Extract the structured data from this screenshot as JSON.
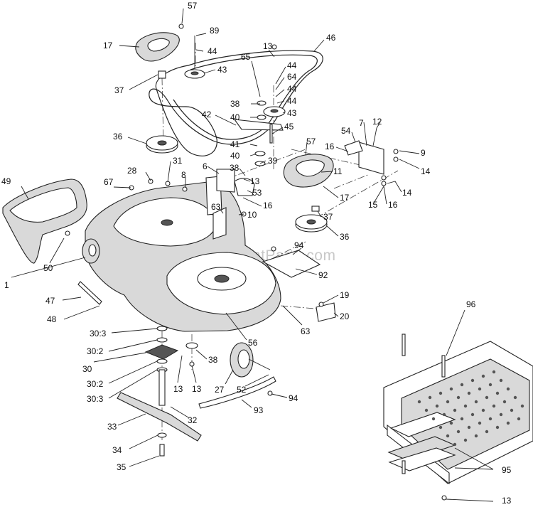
{
  "diagram": {
    "watermark": "eReplacementParts.com",
    "callouts": [
      {
        "id": "c57a",
        "text": "57"
      },
      {
        "id": "c89",
        "text": "89"
      },
      {
        "id": "c17a",
        "text": "17"
      },
      {
        "id": "c44a",
        "text": "44"
      },
      {
        "id": "c43a",
        "text": "43"
      },
      {
        "id": "c37a",
        "text": "37"
      },
      {
        "id": "c46",
        "text": "46"
      },
      {
        "id": "c13a",
        "text": "13"
      },
      {
        "id": "c65",
        "text": "65"
      },
      {
        "id": "c44b",
        "text": "44"
      },
      {
        "id": "c64",
        "text": "64"
      },
      {
        "id": "c44c",
        "text": "44"
      },
      {
        "id": "c38a",
        "text": "38"
      },
      {
        "id": "c44d",
        "text": "44"
      },
      {
        "id": "c43b",
        "text": "43"
      },
      {
        "id": "c40a",
        "text": "40"
      },
      {
        "id": "c42",
        "text": "42"
      },
      {
        "id": "c45",
        "text": "45"
      },
      {
        "id": "c41",
        "text": "41"
      },
      {
        "id": "c40b",
        "text": "40"
      },
      {
        "id": "c39",
        "text": "39"
      },
      {
        "id": "c36a",
        "text": "36"
      },
      {
        "id": "c7",
        "text": "7"
      },
      {
        "id": "c12",
        "text": "12"
      },
      {
        "id": "c54",
        "text": "54"
      },
      {
        "id": "c57b",
        "text": "57"
      },
      {
        "id": "c16a",
        "text": "16"
      },
      {
        "id": "c9",
        "text": "9"
      },
      {
        "id": "c14a",
        "text": "14"
      },
      {
        "id": "c31",
        "text": "31"
      },
      {
        "id": "c28",
        "text": "28"
      },
      {
        "id": "c6",
        "text": "6"
      },
      {
        "id": "c38b",
        "text": "38"
      },
      {
        "id": "c8",
        "text": "8"
      },
      {
        "id": "c11",
        "text": "11"
      },
      {
        "id": "c13b",
        "text": "13"
      },
      {
        "id": "c49",
        "text": "49"
      },
      {
        "id": "c67",
        "text": "67"
      },
      {
        "id": "c53",
        "text": "53"
      },
      {
        "id": "c17b",
        "text": "17"
      },
      {
        "id": "c14b",
        "text": "14"
      },
      {
        "id": "c15",
        "text": "15"
      },
      {
        "id": "c16b",
        "text": "16"
      },
      {
        "id": "c16c",
        "text": "16"
      },
      {
        "id": "c63a",
        "text": "63"
      },
      {
        "id": "c10",
        "text": "10"
      },
      {
        "id": "c37b",
        "text": "37"
      },
      {
        "id": "c36b",
        "text": "36"
      },
      {
        "id": "c50",
        "text": "50"
      },
      {
        "id": "c94a",
        "text": "94"
      },
      {
        "id": "c92",
        "text": "92"
      },
      {
        "id": "c1",
        "text": "1"
      },
      {
        "id": "c47",
        "text": "47"
      },
      {
        "id": "c19",
        "text": "19"
      },
      {
        "id": "c48",
        "text": "48"
      },
      {
        "id": "c20",
        "text": "20"
      },
      {
        "id": "c63b",
        "text": "63"
      },
      {
        "id": "c96",
        "text": "96"
      },
      {
        "id": "c303a",
        "text": "30:3"
      },
      {
        "id": "c56",
        "text": "56"
      },
      {
        "id": "c302a",
        "text": "30:2"
      },
      {
        "id": "c38c",
        "text": "38"
      },
      {
        "id": "c30",
        "text": "30"
      },
      {
        "id": "c302b",
        "text": "30:2"
      },
      {
        "id": "c13c",
        "text": "13"
      },
      {
        "id": "c13d",
        "text": "13"
      },
      {
        "id": "c27",
        "text": "27"
      },
      {
        "id": "c52",
        "text": "52"
      },
      {
        "id": "c303b",
        "text": "30:3"
      },
      {
        "id": "c94b",
        "text": "94"
      },
      {
        "id": "c32",
        "text": "32"
      },
      {
        "id": "c33",
        "text": "33"
      },
      {
        "id": "c93",
        "text": "93"
      },
      {
        "id": "c34",
        "text": "34"
      },
      {
        "id": "c95",
        "text": "95"
      },
      {
        "id": "c35",
        "text": "35"
      },
      {
        "id": "c13e",
        "text": "13"
      }
    ]
  }
}
